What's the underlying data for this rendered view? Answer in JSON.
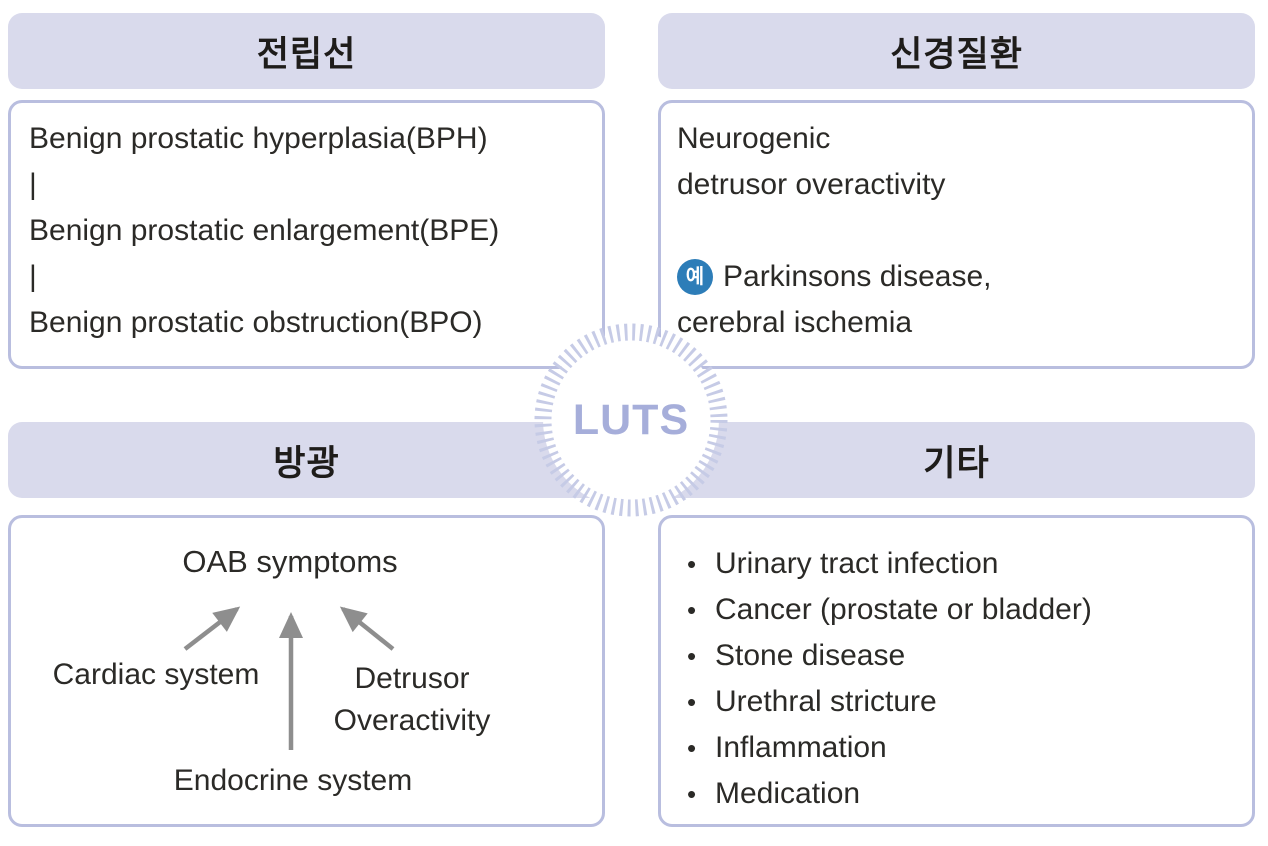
{
  "center": {
    "label": "LUTS"
  },
  "colors": {
    "header_bg": "#d9daec",
    "box_border": "#b9bedf",
    "tick_ring": "#c6cbe6",
    "luts_text": "#a6aeda",
    "badge_bg": "#2d7db8",
    "arrow": "#8e8e8e",
    "heading_text": "#1e1c1a",
    "body_text": "#2b2a27"
  },
  "quadrants": {
    "prostate": {
      "title": "전립선",
      "lines": [
        "Benign prostatic hyperplasia(BPH)",
        "|",
        "Benign prostatic enlargement(BPE)",
        "|",
        "Benign prostatic obstruction(BPO)"
      ]
    },
    "neuro": {
      "title": "신경질환",
      "lines": [
        "Neurogenic",
        "detrusor overactivity"
      ],
      "example_badge": "예",
      "example_lines": [
        "Parkinsons disease,",
        "cerebral ischemia"
      ]
    },
    "bladder": {
      "title": "방광",
      "target": "OAB symptoms",
      "source_left": "Cardiac system",
      "source_right_lines": [
        "Detrusor",
        "Overactivity"
      ],
      "source_bottom": "Endocrine system"
    },
    "others": {
      "title": "기타",
      "bullet": "•",
      "items": [
        "Urinary tract infection",
        "Cancer (prostate or bladder)",
        "Stone disease",
        "Urethral stricture",
        "Inflammation",
        "Medication"
      ]
    }
  }
}
